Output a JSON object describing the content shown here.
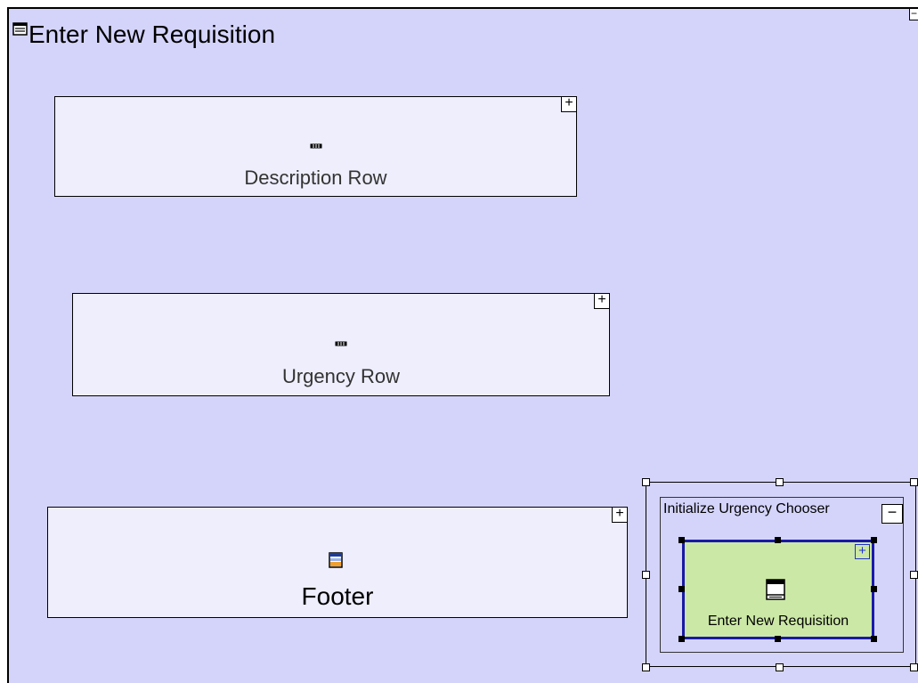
{
  "process": {
    "title": "Enter New Requisition",
    "collapse_symbol": "−"
  },
  "nodes": {
    "description_row": {
      "label": "Description Row",
      "expand_symbol": "+",
      "icon": "row-icon"
    },
    "urgency_row": {
      "label": "Urgency Row",
      "expand_symbol": "+",
      "icon": "row-icon"
    },
    "footer": {
      "label": "Footer",
      "expand_symbol": "+",
      "icon": "footer-icon"
    }
  },
  "selected_group": {
    "title": "Initialize Urgency Chooser",
    "collapse_symbol": "−",
    "inner_task": {
      "label": "Enter New Requisition",
      "expand_symbol": "+",
      "icon": "window-icon",
      "fill_color": "#cce8a6",
      "border_color": "#1a1aa8"
    }
  },
  "colors": {
    "canvas_background": "#d4d4fb",
    "box_background": "#eeeefc"
  }
}
